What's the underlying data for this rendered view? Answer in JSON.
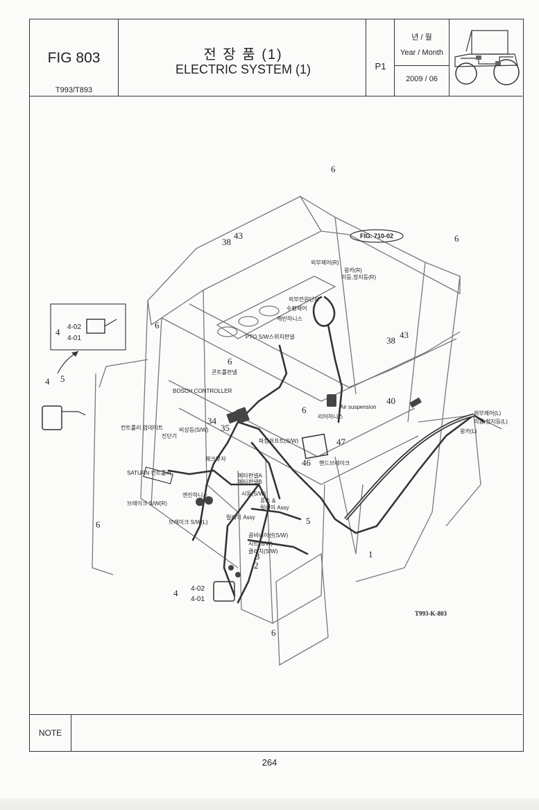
{
  "header": {
    "fig_code": "FIG 803",
    "model": "T993/T893",
    "title_ko": "전 장 품 (1)",
    "title_en": "ELECTRIC SYSTEM (1)",
    "page_code": "P1",
    "date_label_ko": "년 / 월",
    "date_label_en": "Year / Month",
    "date_value": "2009 / 06"
  },
  "drawing": {
    "fig_ref": "FIG. 710-02",
    "drawing_code": "T993-K-803",
    "callouts": {
      "c6_top": "6",
      "c6_right": "6",
      "c6_left_upper": "6",
      "c6_mid": "6",
      "c6_mid2": "6",
      "c6_left_low": "6",
      "c6_bottom": "6",
      "c38a": "38",
      "c43a": "43",
      "c38b": "38",
      "c43b": "43",
      "c4_inset": "4",
      "c4_02_inset": "4-02",
      "c4_01_inset": "4-01",
      "c4_lamp": "4",
      "c5_lamp": "5",
      "c34": "34",
      "c35": "35",
      "c40": "40",
      "c46": "46",
      "c47": "47",
      "c5_mid": "5",
      "c3": "3",
      "c2": "2",
      "c1": "1",
      "c4_bottom": "4",
      "c4_02_bottom": "4-02",
      "c4_01_bottom": "4-01"
    },
    "labels": {
      "ext_work_r": "외부제어(R)",
      "beacon_r": "윙카(R)",
      "tail_r": "미등,정지등(R)",
      "ext_power": "외부전원단자",
      "level_ctrl": "수평제어",
      "cabin_harness": "캐빈하니스",
      "pto_switch": "PTO S/W스위치판넬",
      "control_panel": "콘트롤판넬",
      "bosch": "BOSCH CONTROLLER",
      "air_susp": "Air suspension",
      "rear_harness": "리어하니스",
      "ext_work_l": "외부제어(L)",
      "tail_l": "미등,정지등(L)",
      "beacon_l": "윙카(L)",
      "ctrl_update": "컨트롤러 업데이트",
      "diag": "진단기",
      "emergency": "비상등(S/W)",
      "parking": "파킹쉬프트(S/W)",
      "hand_brake": "핸드브레이크",
      "check_buzzer": "체크부저",
      "saturn": "SATURN 컨트롤러",
      "meter_a": "메타판넬A",
      "meter_b": "메타판넬B",
      "engine_harness": "엔진하니스",
      "start_sw": "시동(S/W)",
      "fuse_relay1": "퓨즈 &",
      "fuse_relay2": "릴레이 Assy",
      "brake_r": "브레이크 S/W(R)",
      "brake_l": "브레이크 S/W(L)",
      "relay_assy": "릴레이 Assy",
      "combi": "콤비네이션(S/W)",
      "seat": "시트(S/W)",
      "clutch": "클러치(S/W)"
    }
  },
  "note": {
    "label": "NOTE",
    "text": ""
  },
  "page_number": "264"
}
